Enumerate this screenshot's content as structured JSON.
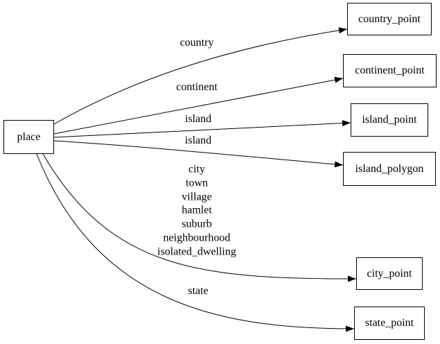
{
  "diagram": {
    "type": "graphviz-digraph",
    "colors": {
      "background": "#ffffff",
      "edge": "#000000",
      "text": "#000000",
      "node_fill": "#ffffff",
      "node_border": "#000000"
    },
    "nodes": [
      {
        "id": "place",
        "label": "place"
      },
      {
        "id": "country_point",
        "label": "country_point"
      },
      {
        "id": "continent_point",
        "label": "continent_point"
      },
      {
        "id": "island_point",
        "label": "island_point"
      },
      {
        "id": "island_polygon",
        "label": "island_polygon"
      },
      {
        "id": "city_point",
        "label": "city_point"
      },
      {
        "id": "state_point",
        "label": "state_point"
      }
    ],
    "edges": [
      {
        "from": "place",
        "to": "country_point",
        "label": "country"
      },
      {
        "from": "place",
        "to": "continent_point",
        "label": "continent"
      },
      {
        "from": "place",
        "to": "island_point",
        "label": "island"
      },
      {
        "from": "place",
        "to": "island_polygon",
        "label": "island"
      },
      {
        "from": "place",
        "to": "city_point",
        "label": "city\ntown\nvillage\nhamlet\nsuburb\nneighbourhood\nisolated_dwelling"
      },
      {
        "from": "place",
        "to": "state_point",
        "label": "state"
      }
    ]
  }
}
